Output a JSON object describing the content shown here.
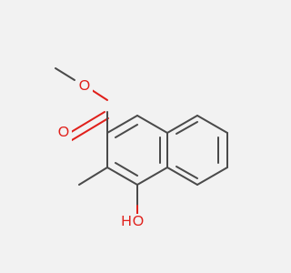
{
  "molecule": {
    "atoms": {
      "ester_oxygen_single": "O",
      "ester_oxygen_double": "O",
      "hydroxyl_oxygen": "O",
      "hydroxyl_hydrogen": "H"
    }
  }
}
